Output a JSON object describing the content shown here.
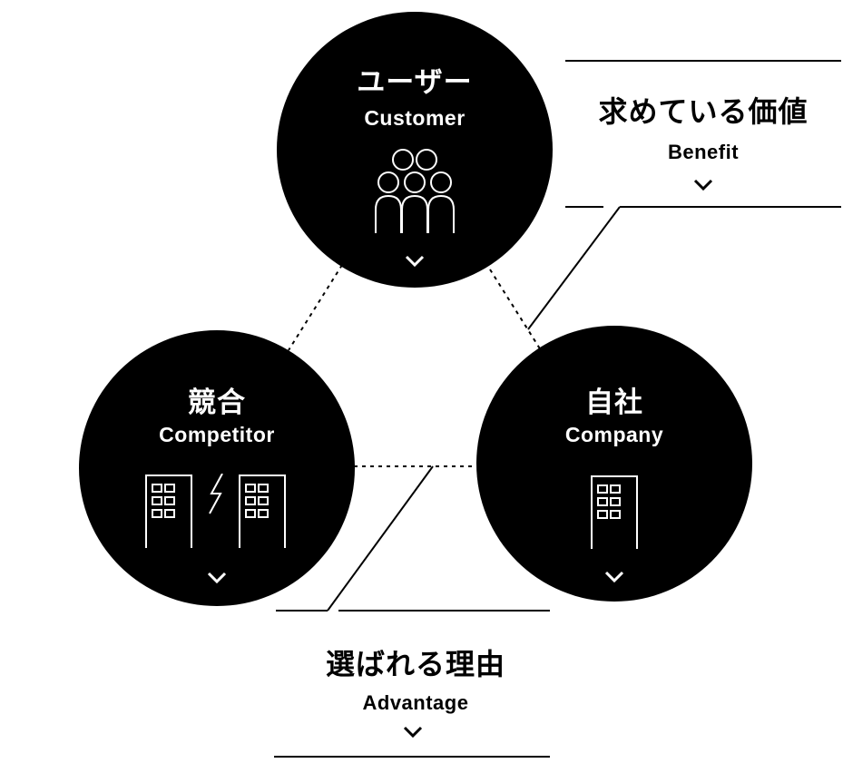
{
  "nodes": {
    "customer": {
      "title": "ユーザー",
      "subtitle": "Customer",
      "icon": "people-group-icon"
    },
    "competitor": {
      "title": "競合",
      "subtitle": "Competitor",
      "icon": "competing-buildings-icon"
    },
    "company": {
      "title": "自社",
      "subtitle": "Company",
      "icon": "building-icon"
    }
  },
  "labels": {
    "benefit": {
      "title": "求めている価値",
      "subtitle": "Benefit"
    },
    "advantage": {
      "title": "選ばれる理由",
      "subtitle": "Advantage"
    }
  },
  "colors": {
    "circle": "#000000",
    "text_on_circle": "#ffffff",
    "lines": "#000000",
    "background": "#ffffff"
  }
}
